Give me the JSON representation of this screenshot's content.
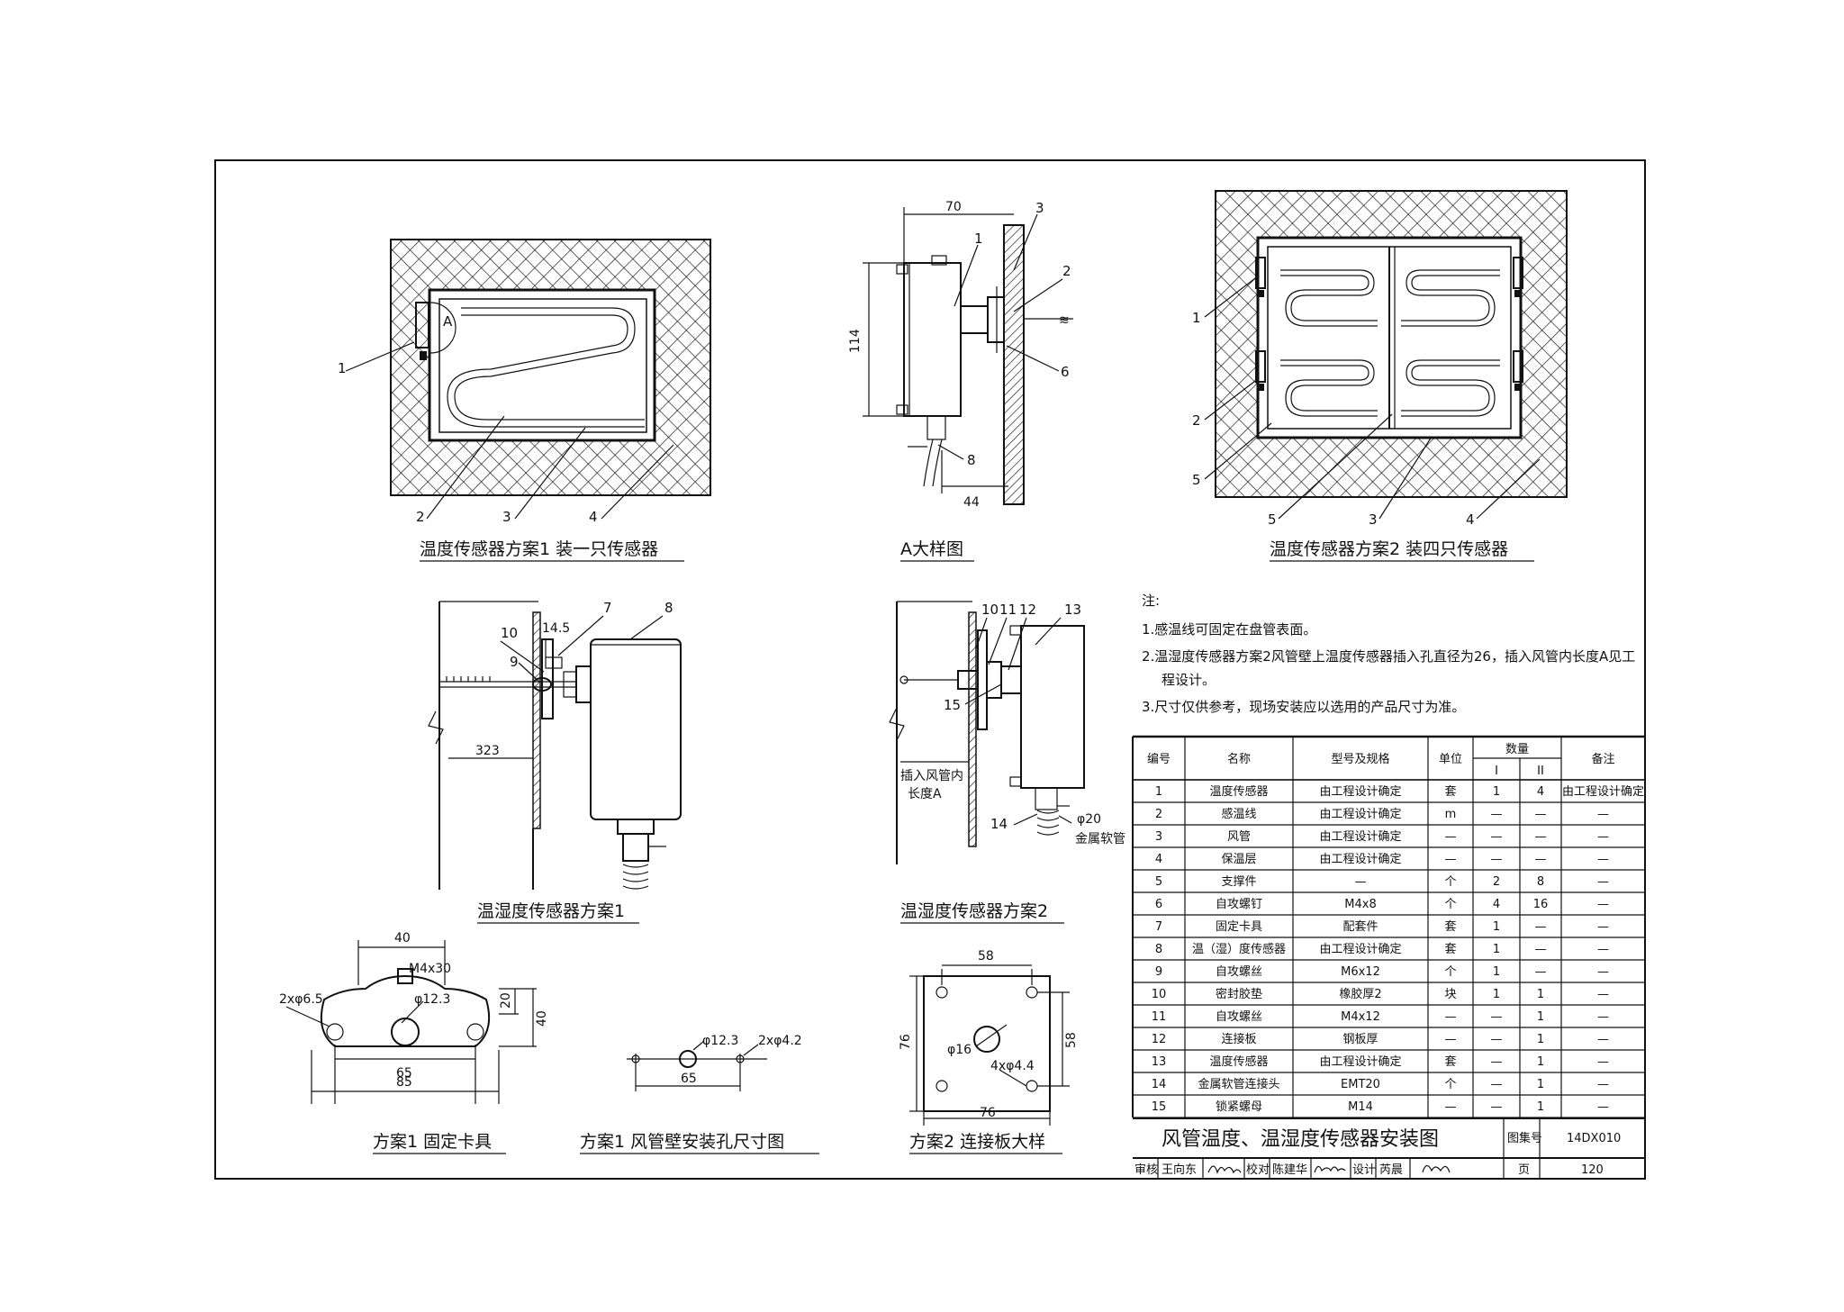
{
  "figures": {
    "scheme1": {
      "caption": "温度传感器方案1 装一只传感器",
      "callouts": [
        "1",
        "2",
        "3",
        "4"
      ],
      "detail_mark": "A"
    },
    "detailA": {
      "caption": "A大样图",
      "dims": [
        "70",
        "114",
        "44"
      ],
      "callouts": [
        "1",
        "2",
        "3",
        "6",
        "8"
      ]
    },
    "scheme2": {
      "caption": "温度传感器方案2 装四只传感器",
      "callouts": [
        "1",
        "2",
        "5",
        "5",
        "3",
        "4"
      ]
    },
    "hum1": {
      "caption": "温湿度传感器方案1",
      "dims": [
        "14.5",
        "323"
      ],
      "callouts": [
        "10",
        "9",
        "7",
        "8"
      ]
    },
    "hum2": {
      "caption": "温湿度传感器方案2",
      "callouts": [
        "10",
        "11",
        "12",
        "13",
        "15",
        "14"
      ],
      "insert_label_1": "插入风管内",
      "insert_label_2": "长度A",
      "diameter": "φ20",
      "hose": "金属软管"
    },
    "clamp": {
      "caption": "方案1 固定卡具",
      "dims": [
        "40",
        "M4x30",
        "2xφ6.5",
        "φ12.3",
        "20",
        "40",
        "65",
        "85"
      ]
    },
    "holes": {
      "caption": "方案1 风管壁安装孔尺寸图",
      "dims": [
        "φ12.3",
        "2xφ4.2",
        "65"
      ]
    },
    "plate": {
      "caption": "方案2 连接板大样",
      "dims": [
        "58",
        "76",
        "58",
        "φ16",
        "4xφ4.4",
        "76"
      ]
    }
  },
  "notes": {
    "heading": "注:",
    "items": [
      "1.感温线可固定在盘管表面。",
      "2.温湿度传感器方案2风管壁上温度传感器插入孔直径为26，插入风管内长度A见工",
      "程设计。",
      "3.尺寸仅供参考，现场安装应以选用的产品尺寸为准。"
    ]
  },
  "table": {
    "headers": [
      "编号",
      "名称",
      "型号及规格",
      "单位",
      "数量",
      "备注"
    ],
    "qty_sub": [
      "I",
      "II"
    ],
    "rows": [
      [
        "1",
        "温度传感器",
        "由工程设计确定",
        "套",
        "1",
        "4",
        "由工程设计确定"
      ],
      [
        "2",
        "感温线",
        "由工程设计确定",
        "m",
        "—",
        "—",
        "—"
      ],
      [
        "3",
        "风管",
        "由工程设计确定",
        "—",
        "—",
        "—",
        "—"
      ],
      [
        "4",
        "保温层",
        "由工程设计确定",
        "—",
        "—",
        "—",
        "—"
      ],
      [
        "5",
        "支撑件",
        "—",
        "个",
        "2",
        "8",
        "—"
      ],
      [
        "6",
        "自攻螺钉",
        "M4x8",
        "个",
        "4",
        "16",
        "—"
      ],
      [
        "7",
        "固定卡具",
        "配套件",
        "套",
        "1",
        "—",
        "—"
      ],
      [
        "8",
        "温（湿）度传感器",
        "由工程设计确定",
        "套",
        "1",
        "—",
        "—"
      ],
      [
        "9",
        "自攻螺丝",
        "M6x12",
        "个",
        "1",
        "—",
        "—"
      ],
      [
        "10",
        "密封胶垫",
        "橡胶厚2",
        "块",
        "1",
        "1",
        "—"
      ],
      [
        "11",
        "自攻螺丝",
        "M4x12",
        "—",
        "—",
        "1",
        "—"
      ],
      [
        "12",
        "连接板",
        "钢板厚",
        "—",
        "—",
        "1",
        "—"
      ],
      [
        "13",
        "温度传感器",
        "由工程设计确定",
        "套",
        "—",
        "1",
        "—"
      ],
      [
        "14",
        "金属软管连接头",
        "EMT20",
        "个",
        "—",
        "1",
        "—"
      ],
      [
        "15",
        "锁紧螺母",
        "M14",
        "—",
        "—",
        "1",
        "—"
      ]
    ]
  },
  "title_block": {
    "title": "风管温度、温湿度传感器安装图",
    "atlas_label": "图集号",
    "atlas_no": "14DX010",
    "review_label": "审核",
    "reviewer": "王向东",
    "check_label": "校对",
    "checker": "陈建华",
    "design_label": "设计",
    "designer": "芮晨",
    "page_label": "页",
    "page_no": "120"
  }
}
